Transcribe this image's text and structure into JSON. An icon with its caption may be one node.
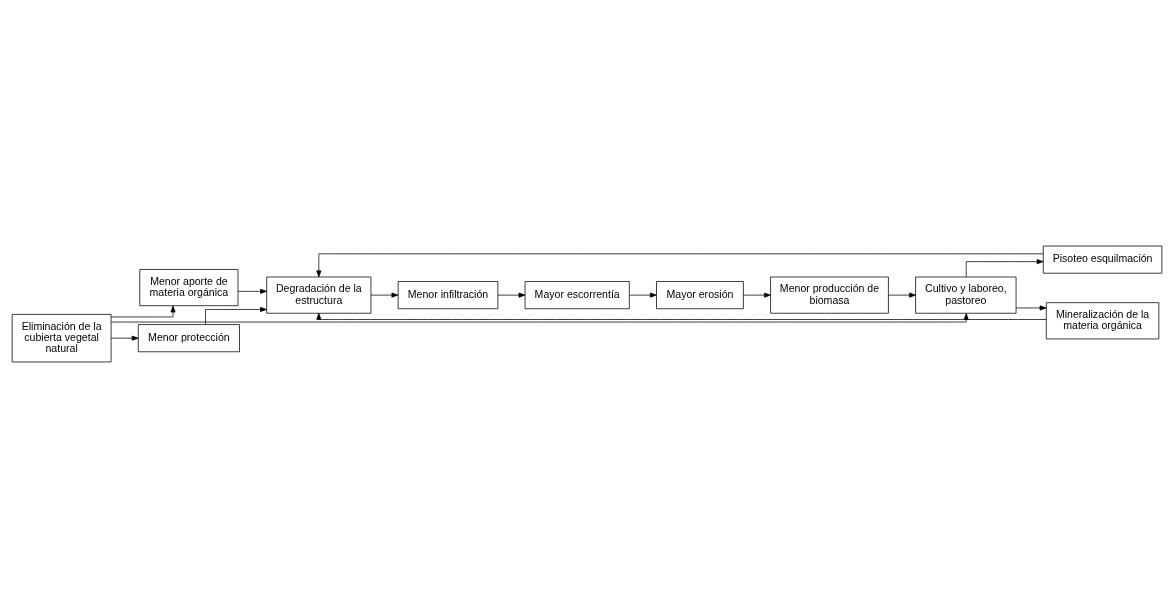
{
  "diagram": {
    "nodes": [
      {
        "text": [
          "Eliminación de la cubierta vegetal natural"
        ]
      },
      {
        "text": [
          "Menor protección"
        ]
      },
      {
        "text": [
          "Menor aporte de materia orgánica"
        ]
      },
      {
        "text": [
          "Cultivo y laboreo, pastoreo"
        ]
      },
      {
        "text": [
          "Mineralización de la materia orgánica"
        ]
      },
      {
        "text": [
          "Pisoteo esquilmación"
        ]
      },
      {
        "text": [
          "Degradación de la estructura"
        ]
      },
      {
        "text": [
          "Menor infiltración"
        ]
      },
      {
        "text": [
          "Mayor escorrentía"
        ]
      },
      {
        "text": [
          "Menor producción de biomasa"
        ]
      },
      {
        "text": [
          "Mayor erosión"
        ]
      }
    ],
    "edges": [
      {
        "from": 0,
        "to": 1,
        "arrow": "to"
      },
      {
        "from": 0,
        "to": 2,
        "arrow": "to"
      },
      {
        "from": 0,
        "to": 3,
        "arrow": "to"
      },
      {
        "from": 3,
        "to": 4,
        "arrow": "to"
      },
      {
        "from": 3,
        "to": 5,
        "arrow": "to"
      },
      {
        "from": 1,
        "to": 6,
        "arrow": "to"
      },
      {
        "from": 2,
        "to": 6,
        "arrow": "to"
      },
      {
        "from": 4,
        "to": 6,
        "arrow": "to"
      },
      {
        "from": 5,
        "to": 6,
        "arrow": "to"
      },
      {
        "from": 6,
        "to": 7,
        "arrow": "to"
      },
      {
        "from": 7,
        "to": 8,
        "arrow": "to"
      },
      {
        "from": 8,
        "to": 10,
        "arrow": "to"
      },
      {
        "from": 10,
        "to": 9,
        "arrow": "to"
      },
      {
        "from": 9,
        "to": 3,
        "arrow": "to"
      }
    ]
  }
}
